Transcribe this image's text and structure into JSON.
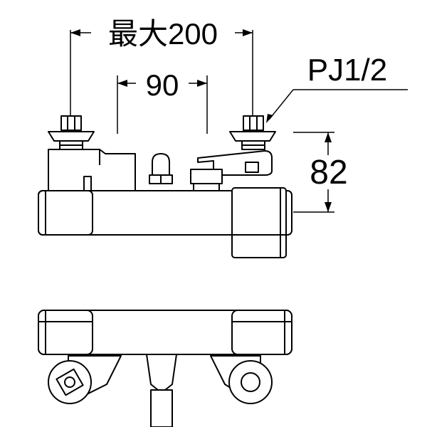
{
  "dimensions": {
    "overall_width": "最大200",
    "spacing": "90",
    "height": "82",
    "pipe_thread": "PJ1/2"
  }
}
